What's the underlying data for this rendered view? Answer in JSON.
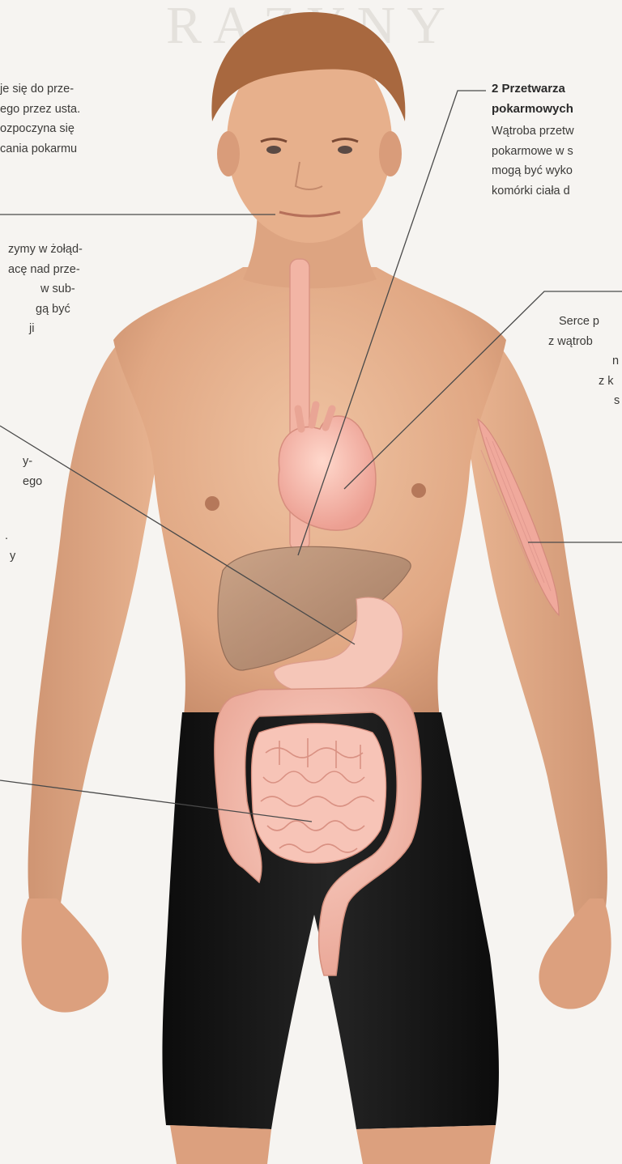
{
  "header": {
    "faded_title": "RAZYNY"
  },
  "captions": {
    "left_1": [
      "je się do prze-",
      "ego przez usta.",
      "ozpoczyna się",
      "cania pokarmu"
    ],
    "left_2": [
      "zymy w żołąd-",
      "acę nad prze-",
      "w sub-",
      "gą być",
      "ji"
    ],
    "left_3": [
      "y-",
      "ego"
    ],
    "left_4": [
      ".",
      "y"
    ],
    "right_title": [
      "2 Przetwarza",
      "pokarmowych"
    ],
    "right_body": [
      "Wątroba przetw",
      "pokarmowe w s",
      "mogą być wyko",
      "komórki ciała d"
    ],
    "right_2": [
      "Serce p",
      "z wątrob",
      "n",
      "z k",
      "s"
    ]
  },
  "colors": {
    "background": "#f6f4f1",
    "skin": "#e7b08c",
    "shorts": "#141414",
    "organ_pink": "#f3b7a8",
    "liver": "#b48c72",
    "leader_line": "#4a4a4a",
    "text": "#3b3a38"
  },
  "figure": {
    "subject": "male torso with digestive organs",
    "organs": [
      "esophagus",
      "heart",
      "liver",
      "stomach",
      "small-intestine",
      "large-intestine",
      "arm-muscle"
    ]
  }
}
